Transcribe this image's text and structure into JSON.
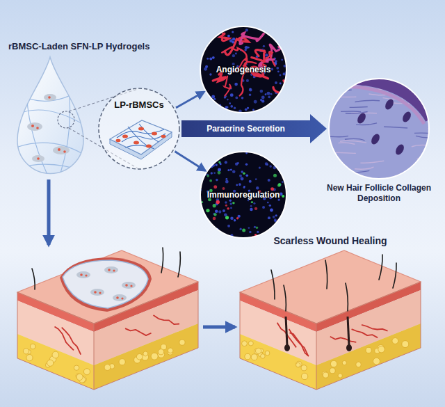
{
  "diagram": {
    "nodes": [
      {
        "text": [
          "rBMSC-Laden SFN-LP Hydrogels"
        ]
      },
      {
        "text": [
          "LP-rBMSCs"
        ]
      },
      {
        "text": [
          "Angiogenesis"
        ]
      },
      {
        "text": [
          "New Hair Follicle Collagen Deposition"
        ]
      },
      {
        "text": [
          "Immunoregulation"
        ]
      },
      {
        "text": [
          "Scarless Wound Healing"
        ]
      }
    ],
    "edges": [
      {
        "from": 1,
        "to": 2,
        "arrow": "to"
      },
      {
        "from": 1,
        "to": 3,
        "label": "Paracrine Secretion",
        "arrow": "to"
      },
      {
        "from": 1,
        "to": 4,
        "arrow": "to"
      }
    ]
  }
}
